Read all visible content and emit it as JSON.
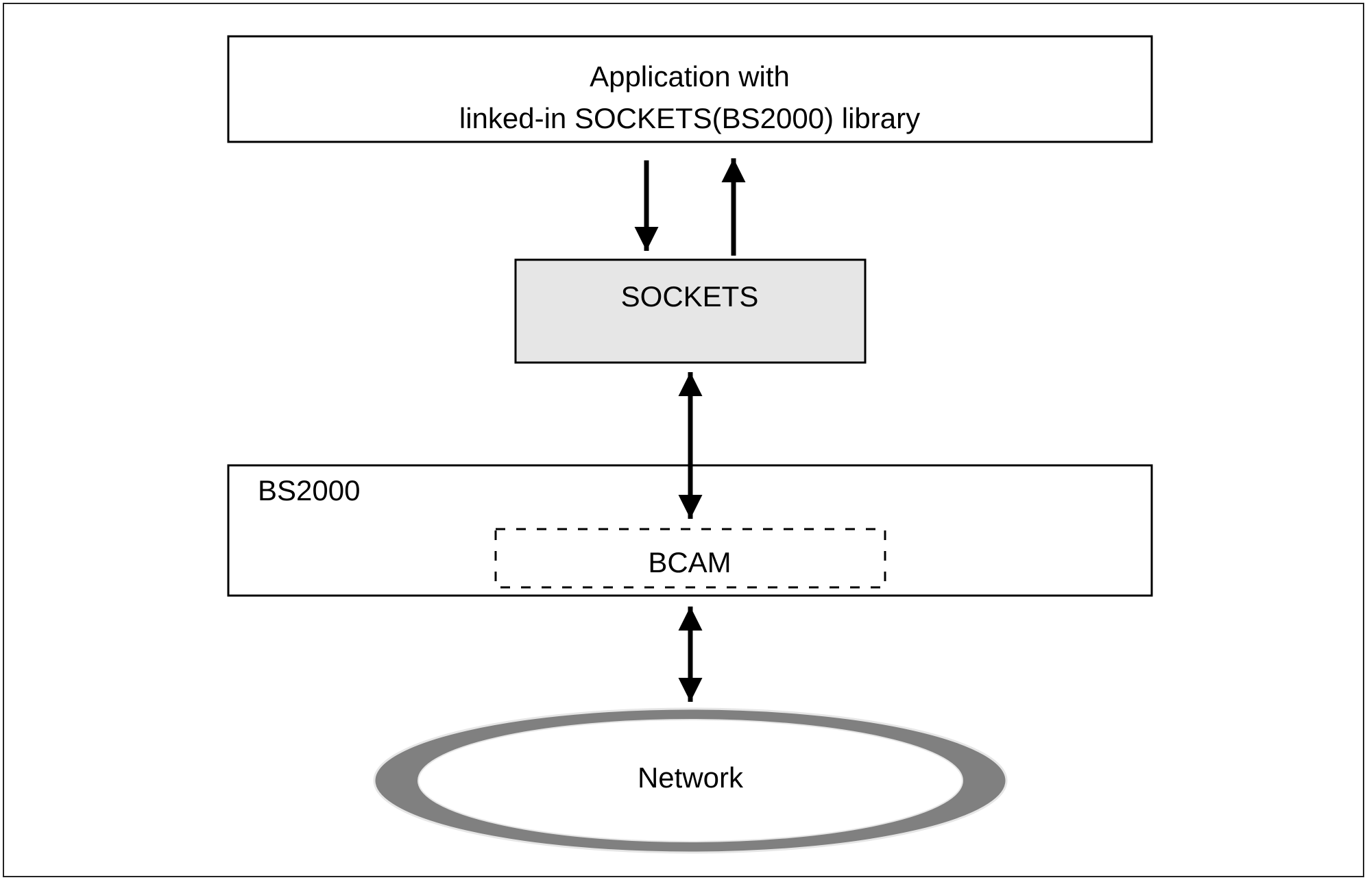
{
  "diagram": {
    "type": "architecture-stack",
    "nodes": {
      "application": {
        "line1": "Application with",
        "line2": "linked-in SOCKETS(BS2000) library"
      },
      "sockets": {
        "label": "SOCKETS"
      },
      "bs2000": {
        "label": "BS2000"
      },
      "bcam": {
        "label": "BCAM"
      },
      "network": {
        "label": "Network"
      }
    },
    "edges": [
      {
        "from": "application",
        "to": "sockets",
        "direction": "down"
      },
      {
        "from": "sockets",
        "to": "application",
        "direction": "up"
      },
      {
        "from": "sockets",
        "to": "bcam",
        "direction": "bidirectional"
      },
      {
        "from": "bs2000",
        "to": "network",
        "direction": "bidirectional"
      }
    ],
    "colors": {
      "sockets_fill": "#e6e6e6",
      "network_ring": "#808080",
      "stroke": "#000000"
    }
  }
}
